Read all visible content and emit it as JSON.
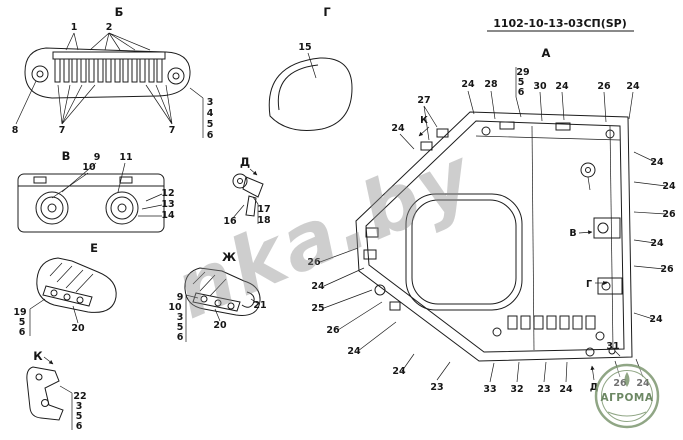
{
  "title": "1102-10-13-03СП(SP)",
  "watermark": "nka.by",
  "logo": {
    "text": "АГРОМА"
  },
  "views": {
    "b": {
      "label": "Б",
      "c1": "1",
      "c2": "2",
      "c8": "8",
      "c7a": "7",
      "c7b": "7",
      "stack": [
        "3",
        "4",
        "5",
        "6"
      ]
    },
    "v": {
      "label": "В",
      "c9": "9",
      "c10": "10",
      "c11": "11",
      "stack": [
        "12",
        "13",
        "14"
      ]
    },
    "e": {
      "label": "Е",
      "stack": [
        "19",
        "5",
        "6"
      ],
      "c20": "20"
    },
    "k": {
      "label": "К",
      "stack": [
        "22",
        "3",
        "5",
        "6"
      ]
    },
    "g": {
      "label": "Г",
      "c15": "15"
    },
    "d": {
      "label": "Д",
      "c16": "16",
      "stack": [
        "17",
        "18"
      ]
    },
    "zh": {
      "label": "Ж",
      "stack": [
        "9",
        "10",
        "3",
        "5",
        "6"
      ],
      "c20": "20",
      "c21": "21"
    },
    "a": {
      "label": "А",
      "top": [
        "24",
        "28",
        "30",
        "24",
        "26",
        "24"
      ],
      "top_stack": [
        "29",
        "5",
        "6"
      ],
      "c27": "27",
      "c24_upper": "24",
      "arrow_k": "К",
      "arrow_v": "В",
      "arrow_g": "Г",
      "right": [
        "24",
        "24",
        "26",
        "24",
        "26",
        "24"
      ],
      "left": [
        "26",
        "24",
        "25",
        "26",
        "24",
        "24"
      ],
      "bottom": [
        "23",
        "33",
        "32",
        "23",
        "24"
      ],
      "label_d": "Д",
      "c31": "31",
      "bottom_right": [
        "26",
        "24"
      ]
    }
  }
}
